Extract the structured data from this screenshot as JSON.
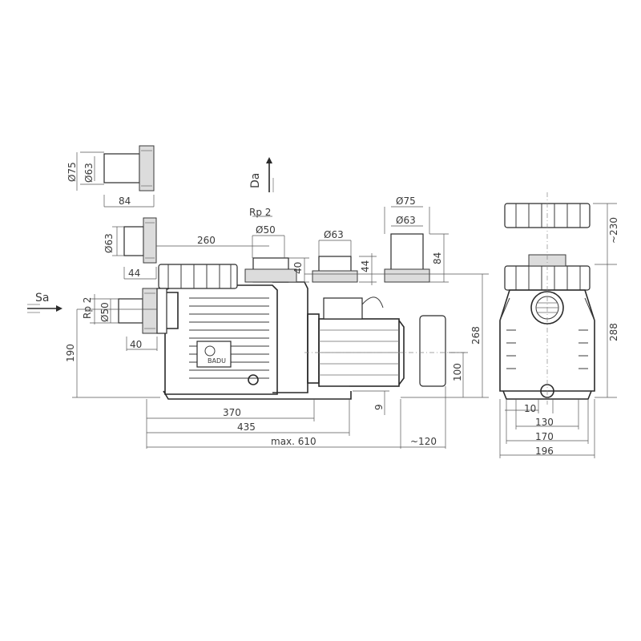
{
  "labels": {
    "suction": "Sa",
    "discharge": "Da",
    "brand": "BADU"
  },
  "fittings": {
    "top": {
      "outer": "Ø75",
      "inner": "Ø63",
      "length": "84"
    },
    "mid": {
      "inner": "Ø63",
      "length": "44",
      "offset": "260"
    },
    "suction": {
      "thread": "Rp 2",
      "inner": "Ø50",
      "length": "40"
    },
    "discharge_a": {
      "thread": "Rp 2",
      "inner": "Ø50",
      "height": "40"
    },
    "discharge_b": {
      "inner": "Ø63",
      "height": "44"
    },
    "discharge_c": {
      "outer": "Ø75",
      "inner": "Ø63",
      "height": "84"
    }
  },
  "side_dims": {
    "suction_height": "190",
    "overall_height": "268",
    "motor_axis": "100",
    "foot": "9",
    "base": "370",
    "pump_length": "435",
    "overall_length": "max. 610",
    "motor_clearance": "~120"
  },
  "front_dims": {
    "lid_clearance": "~230",
    "height": "288",
    "bolt": "10",
    "foot_inner": "130",
    "foot_outer": "170",
    "width": "196"
  },
  "colors": {
    "line": "#3a3a3a",
    "fill_grey": "#dcdcdc"
  }
}
